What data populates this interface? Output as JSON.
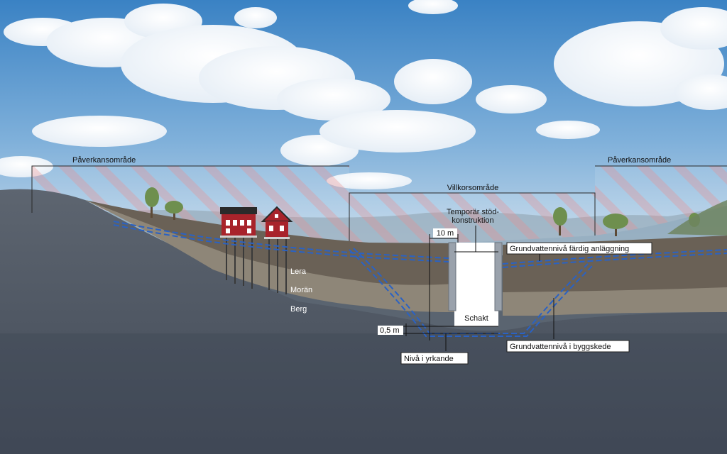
{
  "labels": {
    "impact_area_left": "Påverkansområde",
    "impact_area_right": "Påverkansområde",
    "condition_area": "Villkorsområde",
    "temp_support_line1": "Temporär stöd-",
    "temp_support_line2": "konstruktion",
    "width_10m": "10 m",
    "gw_finished": "Grundvattennivå färdig anläggning",
    "gw_construction": "Grundvattennivå i byggskede",
    "level_claimed": "Nivå i yrkande",
    "depth_05m": "0,5 m",
    "pit": "Schakt",
    "layer_clay": "Lera",
    "layer_moraine": "Morän",
    "layer_bedrock": "Berg"
  },
  "colors": {
    "sky_top": "#3d86c6",
    "sky_bottom": "#bcd3e6",
    "bedrock": "#4e5663",
    "clay": "#6f655a",
    "moraine": "#958c7d",
    "groundwater": "#2a62c4",
    "house": "#a8232b",
    "hatch": "#e58d8d"
  }
}
